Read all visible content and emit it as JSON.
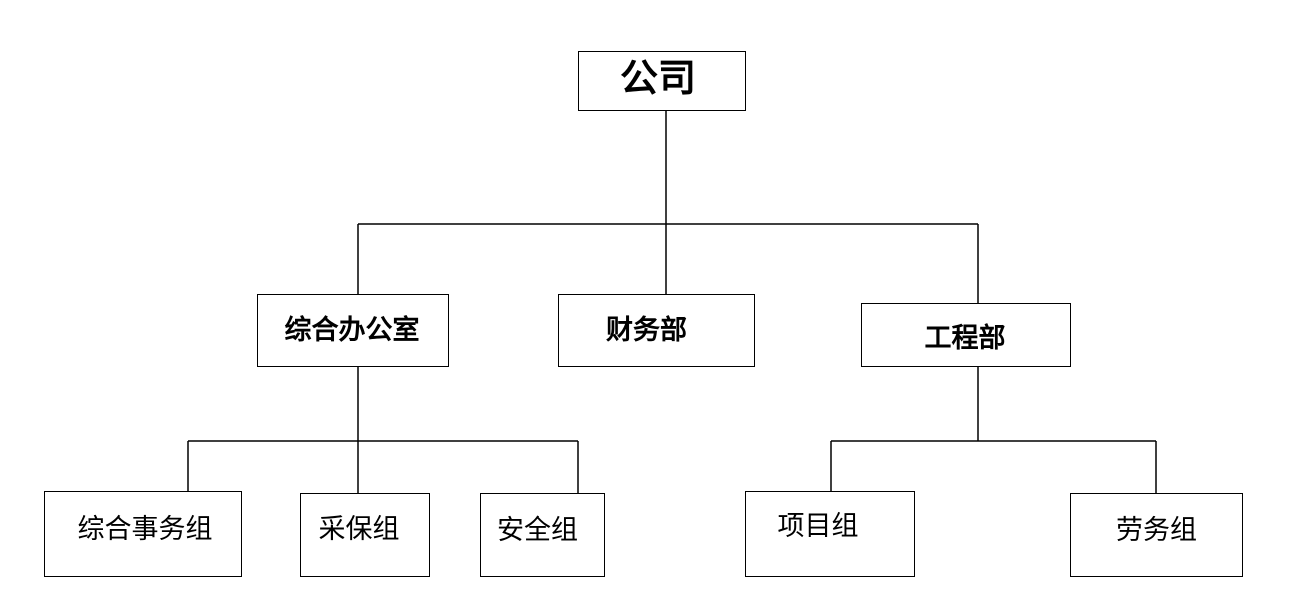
{
  "org_chart": {
    "root": {
      "label": "公司"
    },
    "departments": [
      {
        "label": "综合办公室",
        "groups": [
          {
            "label": "综合事务组"
          },
          {
            "label": "采保组"
          },
          {
            "label": "安全组"
          }
        ]
      },
      {
        "label": "财务部",
        "groups": []
      },
      {
        "label": "工程部",
        "groups": [
          {
            "label": "项目组"
          },
          {
            "label": "劳务组"
          }
        ]
      }
    ]
  }
}
